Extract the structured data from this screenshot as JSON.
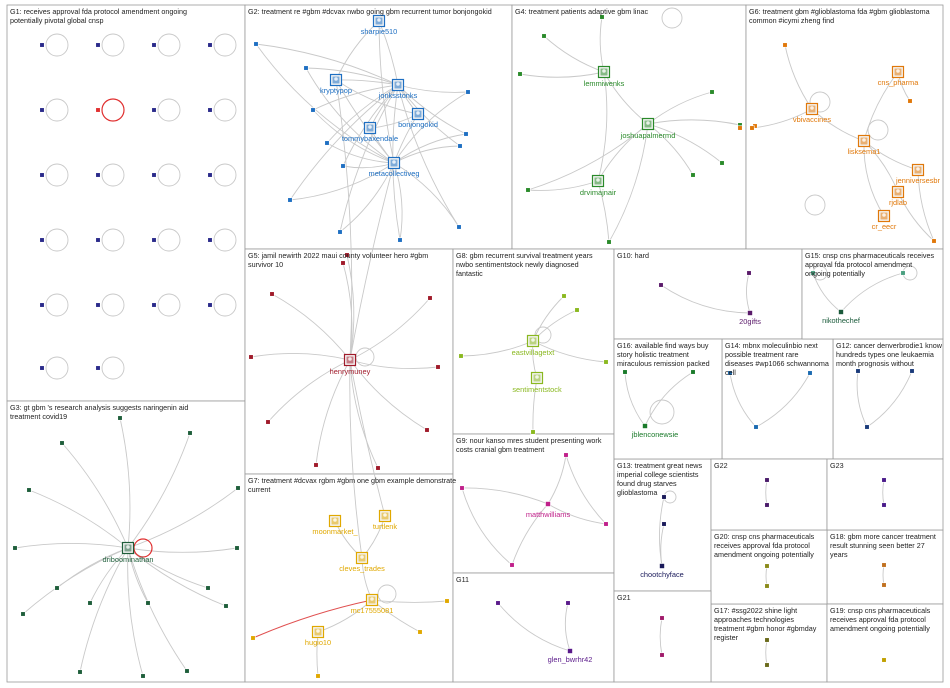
{
  "groups": [
    {
      "id": "G1",
      "title": "G1: receives approval fda protocol amendment ongoing potentially pivotal global cnsp",
      "color": "#2a2a8a",
      "nodes": [],
      "edges": []
    },
    {
      "id": "G2",
      "title": "G2: treatment re #gbm #dcvax nwbo going gbm recurrent tumor bonjongokid",
      "color": "#1e6fc2",
      "nodes": [
        {
          "label": "sharpie510"
        },
        {
          "label": "kryptypop"
        },
        {
          "label": "jonksstonks"
        },
        {
          "label": "bonjongokid"
        },
        {
          "label": "tommybaxendale"
        },
        {
          "label": "metacollectiveg"
        }
      ]
    },
    {
      "id": "G3",
      "title": "G3: gt gbm 's research analysis suggests naringenin aid treatment covid19",
      "color": "#1e5e3a",
      "nodes": [
        {
          "label": "driboominathan"
        }
      ]
    },
    {
      "id": "G4",
      "title": "G4: treatment patients adaptive gbm linac",
      "color": "#2a8a2a",
      "nodes": [
        {
          "label": "lemmiwenks"
        },
        {
          "label": "joshuapalmermd"
        },
        {
          "label": "drvimajnair"
        }
      ]
    },
    {
      "id": "G5",
      "title": "G5: jamil newirth 2022 maui county volunteer hero #gbm survivor 10",
      "color": "#a01a2a",
      "nodes": [
        {
          "label": "henrymuney"
        }
      ]
    },
    {
      "id": "G6",
      "title": "G6: treatment gbm #glioblastoma fda #gbm glioblastoma common #icymi zheng find",
      "color": "#e0780a",
      "nodes": [
        {
          "label": "cns_pharma"
        },
        {
          "label": "vbivaccines"
        },
        {
          "label": "lisksema1"
        },
        {
          "label": "jenniversesbr"
        },
        {
          "label": "rjdlab"
        },
        {
          "label": "cr_eecr"
        }
      ]
    },
    {
      "id": "G7",
      "title": "G7: treatment #dcvax rgbm #gbm one gbm example demonstrate current",
      "color": "#e0a800",
      "nodes": [
        {
          "label": "moonmarket_"
        },
        {
          "label": "turtlenk"
        },
        {
          "label": "cleves_trades"
        },
        {
          "label": "mc17555081"
        },
        {
          "label": "hugio10"
        }
      ]
    },
    {
      "id": "G8",
      "title": "G8: gbm recurrent survival treatment years nwbo sentimentstock newly diagnosed fantastic",
      "color": "#8ab820",
      "nodes": [
        {
          "label": "eastvillagetxt"
        },
        {
          "label": "sentimentstock"
        }
      ]
    },
    {
      "id": "G9",
      "title": "G9: nour kanso mres student presenting work costs cranial gbm treatment",
      "color": "#c0208a",
      "nodes": [
        {
          "label": "matthwilliams"
        }
      ]
    },
    {
      "id": "G10",
      "title": "G10: hard",
      "color": "#5a1a6a",
      "nodes": [
        {
          "label": "20gifts"
        }
      ]
    },
    {
      "id": "G11",
      "title": "G11",
      "color": "#5a1a8a",
      "nodes": [
        {
          "label": "glen_bwrhr42"
        }
      ]
    },
    {
      "id": "G12",
      "title": "G12: cancer denverbrodie1 know hundreds types one leukaemia month prognosis without",
      "color": "#1a3a7a",
      "nodes": []
    },
    {
      "id": "G13",
      "title": "G13: treatment great news imperial college scientists found drug starves glioblastoma",
      "color": "#1a1a5a",
      "nodes": [
        {
          "label": "chootchyface"
        }
      ]
    },
    {
      "id": "G14",
      "title": "G14: mbnx moleculinbio next possible treatment rare diseases #wp1066 schwannoma cell",
      "color": "#1a6ab0",
      "nodes": []
    },
    {
      "id": "G15",
      "title": "G15: cnsp cns pharmaceuticals receives approval fda protocol amendment ongoing potentially",
      "color": "#1a5a3a",
      "nodes": [
        {
          "label": "nikothechef"
        }
      ]
    },
    {
      "id": "G16",
      "title": "G16: available find ways buy story holistic treatment miraculous remission packed",
      "color": "#1a7a2a",
      "nodes": [
        {
          "label": "jblenconewsie"
        }
      ]
    },
    {
      "id": "G17",
      "title": "G17: #ssg2022 shine light approaches technologies treatment #gbm honor #gbmday register",
      "color": "#6a6a1a",
      "nodes": []
    },
    {
      "id": "G18",
      "title": "G18: gbm more cancer treatment result stunning seen better 27 years",
      "color": "#c07020",
      "nodes": []
    },
    {
      "id": "G19",
      "title": "G19: cnsp cns pharmaceuticals receives approval fda protocol amendment ongoing potentially",
      "color": "#c0a000",
      "nodes": []
    },
    {
      "id": "G20",
      "title": "G20: cnsp cns pharmaceuticals receives approval fda protocol amendment ongoing potentially",
      "color": "#8a8a1a",
      "nodes": []
    },
    {
      "id": "G21",
      "title": "G21",
      "color": "#a01a6a",
      "nodes": []
    },
    {
      "id": "G22",
      "title": "G22",
      "color": "#4a1a6a",
      "nodes": []
    },
    {
      "id": "G23",
      "title": "G23",
      "color": "#4a1a8a",
      "nodes": []
    }
  ]
}
